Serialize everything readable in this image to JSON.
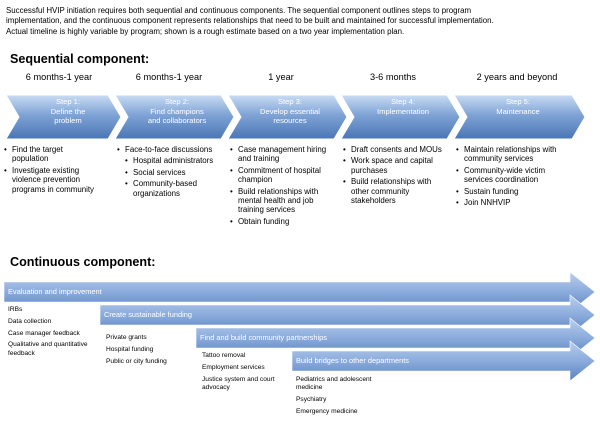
{
  "intro": [
    "Successful HVIP initiation requires both sequential and continuous components.  The sequential component outlines steps to program",
    "implementation, and the continuous component represents relationships that need to be built and maintained for successful implementation.",
    "Actual timeline is highly variable by program; shown is a rough estimate based on a two year implementation plan."
  ],
  "sequential": {
    "heading": "Sequential component:",
    "steps": [
      {
        "time": "6 months-1 year",
        "step": "Step 1:",
        "title": [
          "Define the",
          "problem"
        ],
        "bullets": [
          {
            "text": "Find the target population",
            "level": 0
          },
          {
            "text": "Investigate existing violence prevention programs in community",
            "level": 0
          }
        ]
      },
      {
        "time": "6 months-1 year",
        "step": "Step 2:",
        "title": [
          "Find champions",
          "and collaborators"
        ],
        "bullets": [
          {
            "text": "Face-to-face discussions",
            "level": 0
          },
          {
            "text": "Hospital administrators",
            "level": 1
          },
          {
            "text": "Social services",
            "level": 1
          },
          {
            "text": "Community-based organizations",
            "level": 1
          }
        ]
      },
      {
        "time": "1 year",
        "step": "Step 3:",
        "title": [
          "Develop essential",
          "resources"
        ],
        "bullets": [
          {
            "text": "Case management hiring and training",
            "level": 0
          },
          {
            "text": "Commitment of hospital champion",
            "level": 0
          },
          {
            "text": "Build relationships with mental health and job training services",
            "level": 0
          },
          {
            "text": "Obtain funding",
            "level": 0
          }
        ]
      },
      {
        "time": "3-6 months",
        "step": "Step 4:",
        "title": [
          "Implementation"
        ],
        "bullets": [
          {
            "text": "Draft consents and MOUs",
            "level": 0
          },
          {
            "text": "Work space and capital purchases",
            "level": 0
          },
          {
            "text": "Build relationships with other community stakeholders",
            "level": 0
          }
        ]
      },
      {
        "time": "2 years and beyond",
        "step": "Step 5:",
        "title": [
          "Maintenance"
        ],
        "bullets": [
          {
            "text": "Maintain relationships with community services",
            "level": 0
          },
          {
            "text": "Community-wide victim services coordination",
            "level": 0
          },
          {
            "text": "Sustain funding",
            "level": 0
          },
          {
            "text": "Join NNHVIP",
            "level": 0
          }
        ]
      }
    ]
  },
  "continuous": {
    "heading": "Continuous component:",
    "arrows": [
      {
        "label": "Evaluation and improvement",
        "items": [
          "IRBs",
          "Data collection",
          "Case manager feedback",
          "Qualitative and quantitative feedback"
        ]
      },
      {
        "label": "Create sustainable funding",
        "items": [
          "Private grants",
          "Hospital funding",
          "Public or city funding"
        ]
      },
      {
        "label": "Find and build community partnerships",
        "items": [
          "Tattoo removal",
          "Employment services",
          "Justice system and court advocacy"
        ]
      },
      {
        "label": "Build bridges to other departments",
        "items": [
          "Pediatrics and adolescent medicine",
          "Psychiatry",
          "Emergency medicine"
        ]
      }
    ]
  },
  "colors": {
    "chevron_light": "#a9c4e8",
    "chevron_dark": "#4f81bd",
    "text_on_blue": "#ffffff"
  }
}
